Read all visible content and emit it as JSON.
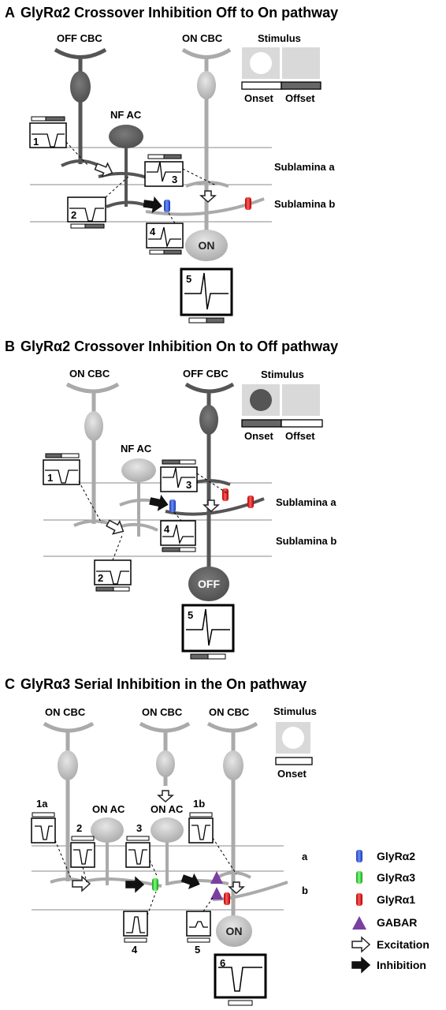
{
  "panel_a": {
    "letter": "A",
    "title": "GlyRα2 Crossover Inhibition Off to On pathway",
    "cells": {
      "off_cbc": "OFF CBC",
      "on_cbc": "ON CBC",
      "nf_ac": "NF AC",
      "gc": "ON"
    },
    "stimulus": {
      "label": "Stimulus",
      "onset": "Onset",
      "offset": "Offset"
    },
    "layers": {
      "a": "Sublamina a",
      "b": "Sublamina b"
    },
    "recordings": [
      "1",
      "2",
      "3",
      "4",
      "5"
    ]
  },
  "panel_b": {
    "letter": "B",
    "title": "GlyRα2 Crossover Inhibition On to Off pathway",
    "cells": {
      "on_cbc": "ON CBC",
      "off_cbc": "OFF CBC",
      "nf_ac": "NF AC",
      "gc": "OFF"
    },
    "stimulus": {
      "label": "Stimulus",
      "onset": "Onset",
      "offset": "Offset"
    },
    "layers": {
      "a": "Sublamina a",
      "b": "Sublamina b"
    },
    "recordings": [
      "1",
      "2",
      "3",
      "4",
      "5"
    ]
  },
  "panel_c": {
    "letter": "C",
    "title": "GlyRα3 Serial Inhibition in the On pathway",
    "cells": {
      "on_cbc_1": "ON CBC",
      "on_cbc_2": "ON CBC",
      "on_cbc_3": "ON CBC",
      "on_ac_1": "ON AC",
      "on_ac_2": "ON AC",
      "gc": "ON"
    },
    "stimulus": {
      "label": "Stimulus",
      "onset": "Onset"
    },
    "layers": {
      "a": "a",
      "b": "b"
    },
    "recordings": [
      "1a",
      "2",
      "3",
      "1b",
      "4",
      "5",
      "6"
    ]
  },
  "legend": {
    "items": [
      {
        "label": "GlyRα2",
        "color": "#2e58d6",
        "icon": "blue-cylinder-icon"
      },
      {
        "label": "GlyRα3",
        "color": "#2ec92e",
        "icon": "green-cylinder-icon"
      },
      {
        "label": "GlyRα1",
        "color": "#e02020",
        "icon": "red-cylinder-icon"
      },
      {
        "label": "GABAR",
        "color": "#7b3fa0",
        "icon": "purple-triangle-icon"
      },
      {
        "label": "Excitation",
        "icon": "white-arrow-icon"
      },
      {
        "label": "Inhibition",
        "icon": "black-arrow-icon"
      }
    ]
  },
  "colors": {
    "dark_cell": "#5a5a5a",
    "light_cell": "#bdbdbd",
    "glyra2": "#2e58d6",
    "glyra3": "#2ec92e",
    "glyra1": "#e02020",
    "gabar": "#7b3fa0"
  }
}
